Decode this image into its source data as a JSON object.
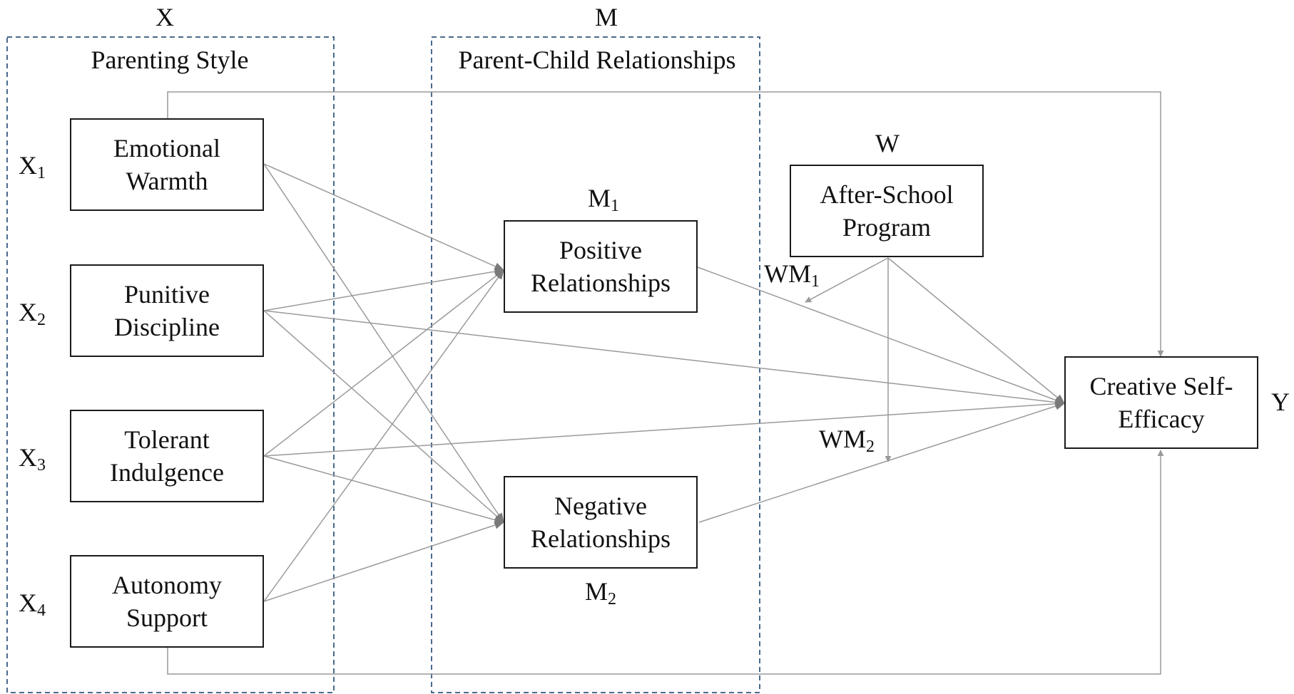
{
  "groups": {
    "x": {
      "letter": "X",
      "title": "Parenting Style"
    },
    "m": {
      "letter": "M",
      "title": "Parent-Child Relationships"
    }
  },
  "predictors": [
    {
      "sym": "X",
      "sub": "1",
      "line1": "Emotional",
      "line2": "Warmth"
    },
    {
      "sym": "X",
      "sub": "2",
      "line1": "Punitive",
      "line2": "Discipline"
    },
    {
      "sym": "X",
      "sub": "3",
      "line1": "Tolerant",
      "line2": "Indulgence"
    },
    {
      "sym": "X",
      "sub": "4",
      "line1": "Autonomy",
      "line2": "Support"
    }
  ],
  "mediators": [
    {
      "sym": "M",
      "sub": "1",
      "line1": "Positive",
      "line2": "Relationships"
    },
    {
      "sym": "M",
      "sub": "2",
      "line1": "Negative",
      "line2": "Relationships"
    }
  ],
  "moderator": {
    "sym": "W",
    "line1": "After-School",
    "line2": "Program"
  },
  "interactions": [
    {
      "sym": "WM",
      "sub": "1"
    },
    {
      "sym": "WM",
      "sub": "2"
    }
  ],
  "outcome": {
    "sym": "Y",
    "line1": "Creative Self-",
    "line2": "Efficacy"
  },
  "colors": {
    "arrow": "#9a9a9a",
    "dashed_border": "#4a6a8c",
    "box_border": "#1a1a1a"
  }
}
